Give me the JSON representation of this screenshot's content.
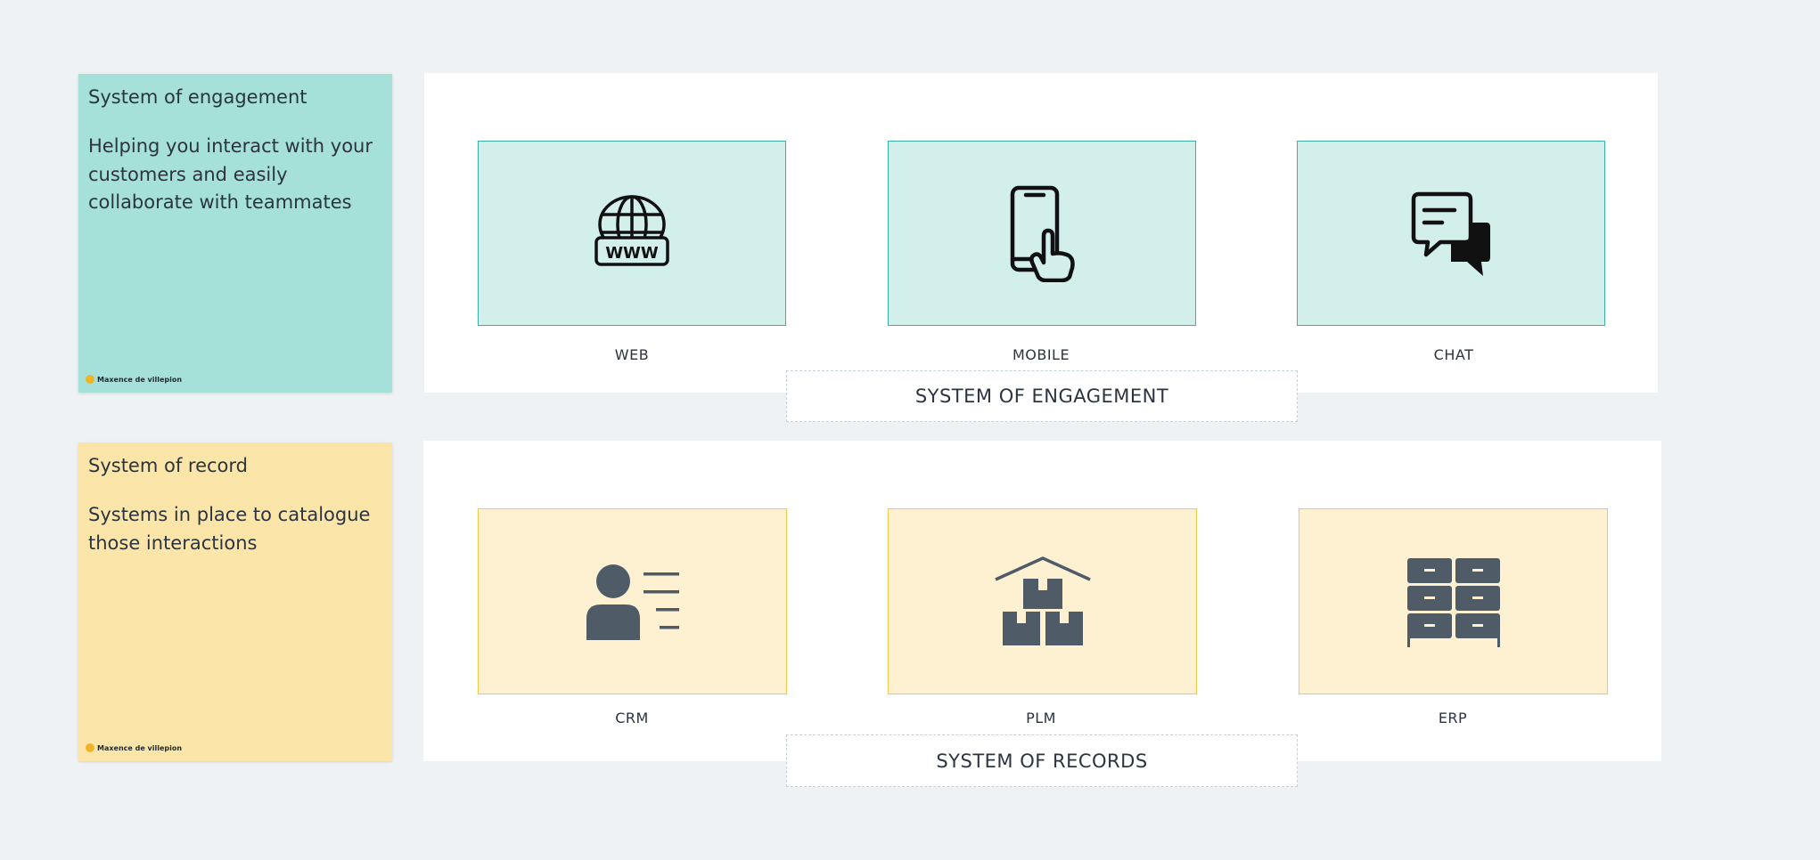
{
  "engagement": {
    "sticky": {
      "title": "System of engagement",
      "body": "Helping you interact with your customers and easily collaborate with teammates",
      "author": "Maxence de villepion"
    },
    "cards": [
      {
        "label": "WEB",
        "icon": "globe-www-icon"
      },
      {
        "label": "MOBILE",
        "icon": "smartphone-touch-icon"
      },
      {
        "label": "CHAT",
        "icon": "chat-bubbles-icon"
      }
    ],
    "system_label": "SYSTEM OF ENGAGEMENT",
    "colors": {
      "sticky": "#a5e0d9",
      "card_fill": "#d2efec",
      "card_border": "#3aafa6"
    }
  },
  "record": {
    "sticky": {
      "title": "System of record",
      "body": "Systems in place to catalogue those interactions",
      "author": "Maxence de villepion"
    },
    "cards": [
      {
        "label": "CRM",
        "icon": "contact-card-icon"
      },
      {
        "label": "PLM",
        "icon": "warehouse-boxes-icon"
      },
      {
        "label": "ERP",
        "icon": "filing-cabinet-icon"
      }
    ],
    "system_label": "SYSTEM OF RECORDS",
    "colors": {
      "sticky": "#fbe5a9",
      "card_fill": "#fdf1d2",
      "card_border": "#f2c94c"
    }
  }
}
